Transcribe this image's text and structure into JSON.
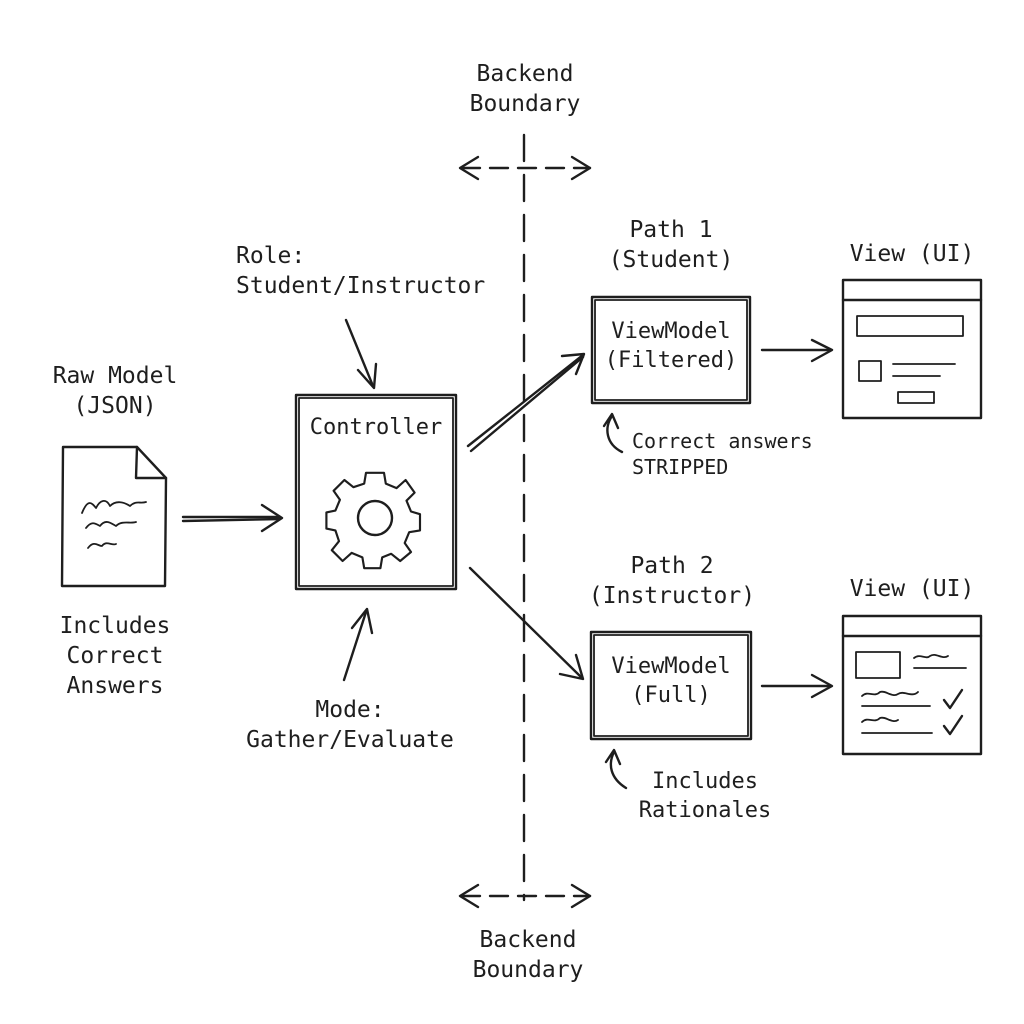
{
  "boundary_top": {
    "line1": "Backend",
    "line2": "Boundary"
  },
  "boundary_bottom": {
    "line1": "Backend",
    "line2": "Boundary"
  },
  "role_label": {
    "line1": "Role:",
    "line2": "Student/Instructor"
  },
  "raw_model": {
    "line1": "Raw Model",
    "line2": "(JSON)"
  },
  "raw_model_note": {
    "line1": "Includes",
    "line2": "Correct",
    "line3": "Answers"
  },
  "controller": {
    "label": "Controller"
  },
  "mode_label": {
    "line1": "Mode:",
    "line2": "Gather/Evaluate"
  },
  "path1": {
    "line1": "Path 1",
    "line2": "(Student)"
  },
  "path2": {
    "line1": "Path 2",
    "line2": "(Instructor)"
  },
  "viewmodel_filtered": {
    "line1": "ViewModel",
    "line2": "(Filtered)"
  },
  "viewmodel_full": {
    "line1": "ViewModel",
    "line2": "(Full)"
  },
  "note_filtered": {
    "line1": "Correct answers",
    "line2": "STRIPPED"
  },
  "note_full": {
    "line1": "Includes",
    "line2": "Rationales"
  },
  "view1": {
    "label": "View (UI)"
  },
  "view2": {
    "label": "View (UI)"
  },
  "icons": {
    "document": "document-icon",
    "gear": "gear-icon",
    "checkmark": "checkmark-icon"
  }
}
